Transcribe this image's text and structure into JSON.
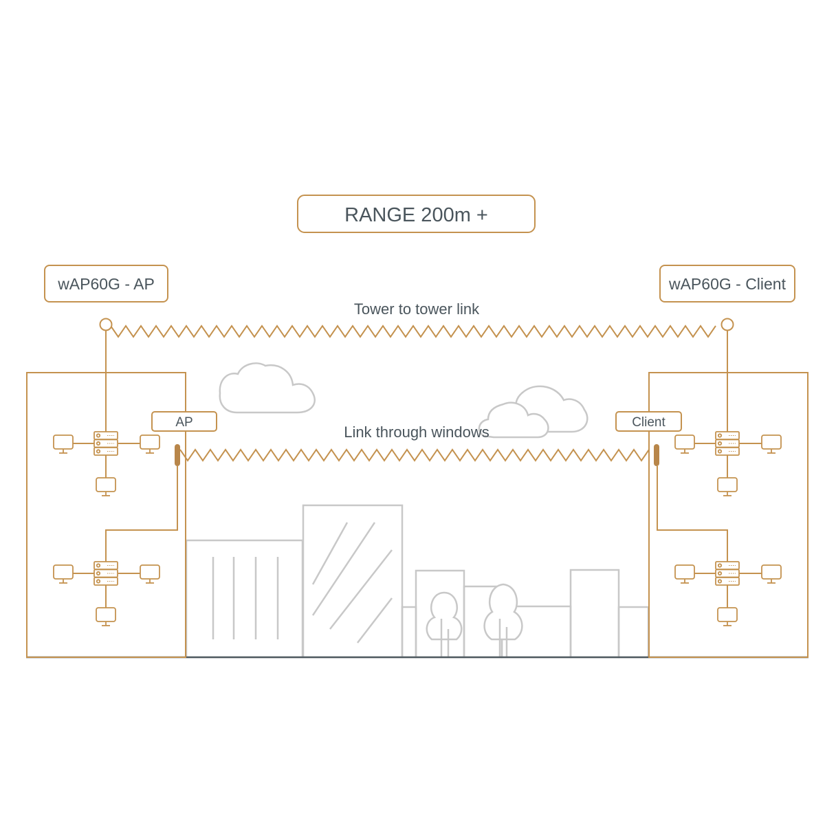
{
  "range_box": {
    "text": "RANGE 200m +"
  },
  "left_tower": {
    "label": "wAP60G - AP",
    "window_label": "AP"
  },
  "right_tower": {
    "label": "wAP60G - Client",
    "window_label": "Client"
  },
  "links": {
    "tower_link": "Tower to tower link",
    "window_link": "Link through windows"
  },
  "colors": {
    "accent": "#c4924f",
    "text": "#4a555c",
    "city": "#c8c8c8",
    "ground": "#4f5a60",
    "antenna": "#b8864a"
  }
}
